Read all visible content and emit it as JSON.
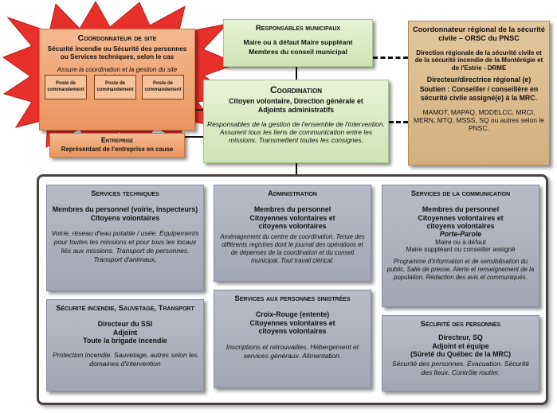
{
  "site": {
    "title": "Coordonnateur de site",
    "line1": "Sécurité incendie ou Sécurité des personnes",
    "line2": "ou Services techniques, selon le cas",
    "desc": "Assure la coordination et la gestion du site du sinistre.",
    "posts": [
      "Poste de commandement",
      "Poste de commandement",
      "Poste de commandement"
    ]
  },
  "municipal": {
    "title": "Responsables municipaux",
    "line1": "Maire ou à défaut Maire suppléant",
    "line2": "Membres du conseil municipal"
  },
  "regional": {
    "title": "Coordonnateur régional de la sécurité civile – ORSC du PNSC",
    "direction": "Direction régionale de la sécurité civile et de la sécurité incendie de la Montérégie et de l'Estrie - DRME",
    "director": "Directeur/directrice régional (e)",
    "support": "Soutien : Conseiller / conseillère en sécurité civile assigné(e) à la MRC.",
    "ministries": "MAMOT, MAPAQ, MDDELCC, MRCI, MERN, MTQ, MSSS, SQ ou autres selon le PNSC."
  },
  "coordination": {
    "title": "Coordination",
    "line1": "Citoyen volontaire, Direction générale et",
    "line2": "Adjoints administratifs",
    "desc": "Responsables de la gestion de l'ensemble de l'intervention. Assurent tous les liens de communication entre les missions. Transmettent toutes les consignes."
  },
  "entreprise": {
    "title": "Entreprise",
    "line1": "Représentant de l'entreprise en cause"
  },
  "services_techniques": {
    "title": "Services techniques",
    "line1": "Membres du personnel (voirie, inspecteurs)",
    "line2": "Citoyens volontaires",
    "desc": "Voirie, réseau d'eau potable / usée. Équipements pour toutes les missions et pour tous les locaux liés aux missions. Transport de personnes. Transport d'animaux."
  },
  "administration": {
    "title": "Administration",
    "line1": "Membres du personnel",
    "line2": "Citoyennes volontaires et",
    "line3": "citoyens volontaires",
    "desc": "Aménagement du centre de coordination. Tenue des différents registres dont le journal des opérations et de dépenses de la coordination et du conseil municipal. Tout travail clérical."
  },
  "communication": {
    "title": "Services de la communication",
    "line1": "Membres du personnel",
    "line2": "Citoyennes volontaires et",
    "line3": "citoyens volontaires",
    "porte_parole": "Porte-Parole",
    "line4": "Maire ou à défaut",
    "line5": "Maire suppléant ou conseiller assigné",
    "desc": "Programme d'information et de sensibilisation du public. Salle de presse. Alerte et renseignement de la population. Rédaction des avis et communiqués."
  },
  "securite_incendie": {
    "title": "Sécurité incendie, Sauvetage, Transport",
    "line1": "Directeur du SSI",
    "line2": "Adjoint",
    "line3": "Toute la brigade incendie",
    "desc": "Protection incendie. Sauvetage, autres selon les domaines d'intervention"
  },
  "services_sinistres": {
    "title": "Services aux personnes sinistrées",
    "line1": "Croix-Rouge (entente)",
    "line2": "Citoyennes volontaires et",
    "line3": "citoyens volontaires",
    "desc": "Inscriptions et retrouvailles. Hébergement et services généraux. Alimentation."
  },
  "securite_personnes": {
    "title": "Sécurité des personnes",
    "line1": "Directeur, SQ",
    "line2": "Adjoint et équipe",
    "line3": "(Sûreté du Québec de la MRC)",
    "desc": "Sécurité des personnes. Évacuation. Sécurité des lieux. Contrôle routier."
  }
}
